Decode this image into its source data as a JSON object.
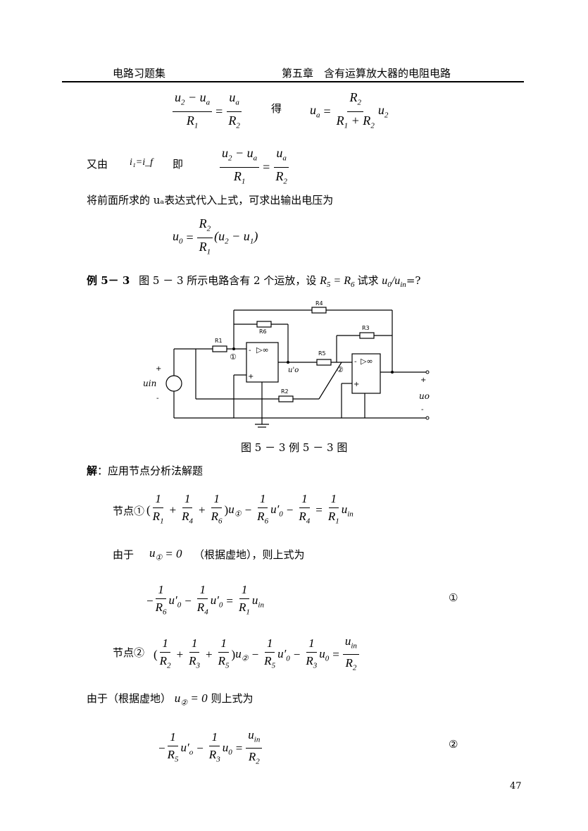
{
  "header": {
    "left": "电路习题集",
    "right": "第五章　含有运算放大器的电阻电路"
  },
  "text": {
    "de": "得",
    "youyou": "又由",
    "ji": "即",
    "i_eq": "i₁=i_f",
    "substitute": "将前面所求的 uₐ表达式代入上式，可求出输出电压为",
    "example_label": "例 5－ 3",
    "example_text": "图 5 － 3 所示电路含有 2 个运放，设",
    "example_text2": "试求",
    "example_text3": "=?",
    "caption": "图 5 － 3 例 5 － 3 图",
    "solution_label": "解",
    "solution_text": "：应用节点分析法解题",
    "node1": "节点①",
    "youyu1": "由于",
    "virtual_ground1": "（根据虚地），则上式为",
    "circle1": "①",
    "node2": "节点②",
    "youyu2": "由于（根据虚地）",
    "virtual_ground2": "则上式为",
    "circle2": "②",
    "page_number": "47"
  },
  "circuit": {
    "R1": "R1",
    "R2": "R2",
    "R3": "R3",
    "R4": "R4",
    "R5": "R5",
    "R6": "R6",
    "uin": "uin",
    "uo": "uo",
    "uo_prime": "u'o",
    "plus": "+",
    "minus": "-",
    "node1": "①",
    "node2": "②",
    "inf": "▷∞"
  }
}
